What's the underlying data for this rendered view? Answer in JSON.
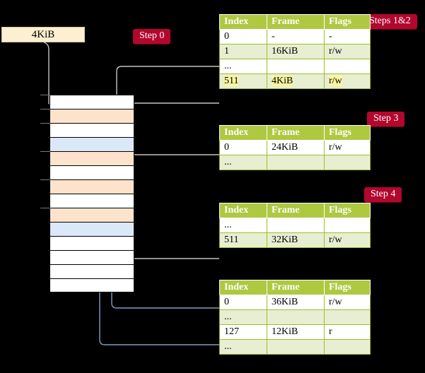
{
  "diagram": {
    "title_hint": "four-level page table walk",
    "size_label": "4KiB",
    "steps": [
      {
        "id": "step0",
        "label": "Step 0"
      },
      {
        "id": "step12",
        "label": "Steps 1&2"
      },
      {
        "id": "step3",
        "label": "Step 3"
      },
      {
        "id": "step4",
        "label": "Step 4"
      }
    ],
    "colors": {
      "badge_bg": "#b3072e",
      "badge_text": "#ffffff",
      "table_header_bg": "#aec840",
      "table_alt_row_bg": "#e8eed2",
      "table_border": "#9fbd2a",
      "highlight": "#fbf6a0",
      "frame_orange": "#fde3cc",
      "frame_blue": "#dbe8f8",
      "size_label_bg": "#fcefd2",
      "wire_gray": "#bbbbbb",
      "wire_blue": "#7d9dc4",
      "background": "#000000"
    },
    "columns": [
      "Index",
      "Frame",
      "Flags"
    ],
    "tables": [
      {
        "name": "level4-table",
        "rows": [
          {
            "index": "0",
            "frame": "-",
            "flags": "-",
            "style": "plain",
            "highlight": false
          },
          {
            "index": "1",
            "frame": "16KiB",
            "flags": "r/w",
            "style": "alt",
            "highlight": false
          },
          {
            "index": "...",
            "frame": "",
            "flags": "",
            "style": "plain",
            "highlight": false
          },
          {
            "index": "511",
            "frame": "4KiB",
            "flags": "r/w",
            "style": "alt",
            "highlight": true
          }
        ]
      },
      {
        "name": "level3-table",
        "rows": [
          {
            "index": "0",
            "frame": "24KiB",
            "flags": "r/w",
            "style": "plain",
            "highlight": false
          },
          {
            "index": "...",
            "frame": "",
            "flags": "",
            "style": "alt",
            "highlight": false
          }
        ]
      },
      {
        "name": "level2-table",
        "rows": [
          {
            "index": "...",
            "frame": "",
            "flags": "",
            "style": "plain",
            "highlight": false
          },
          {
            "index": "511",
            "frame": "32KiB",
            "flags": "r/w",
            "style": "alt",
            "highlight": false
          }
        ]
      },
      {
        "name": "level1-table",
        "rows": [
          {
            "index": "0",
            "frame": "36KiB",
            "flags": "r/w",
            "style": "plain",
            "highlight": false
          },
          {
            "index": "...",
            "frame": "",
            "flags": "",
            "style": "alt",
            "highlight": false
          },
          {
            "index": "127",
            "frame": "12KiB",
            "flags": "r",
            "style": "plain",
            "highlight": false
          },
          {
            "index": "...",
            "frame": "",
            "flags": "",
            "style": "alt",
            "highlight": false
          }
        ]
      }
    ],
    "memory_frames": [
      {
        "i": 0,
        "fill": "white",
        "tick": true
      },
      {
        "i": 1,
        "fill": "orange",
        "tick": true
      },
      {
        "i": 2,
        "fill": "white",
        "tick": true
      },
      {
        "i": 3,
        "fill": "blue",
        "tick": false
      },
      {
        "i": 4,
        "fill": "orange",
        "tick": true
      },
      {
        "i": 5,
        "fill": "white",
        "tick": false
      },
      {
        "i": 6,
        "fill": "orange",
        "tick": true
      },
      {
        "i": 7,
        "fill": "white",
        "tick": false
      },
      {
        "i": 8,
        "fill": "orange",
        "tick": true
      },
      {
        "i": 9,
        "fill": "blue",
        "tick": false
      },
      {
        "i": 10,
        "fill": "white",
        "tick": false
      },
      {
        "i": 11,
        "fill": "white",
        "tick": false
      },
      {
        "i": 12,
        "fill": "white",
        "tick": false
      },
      {
        "i": 13,
        "fill": "white",
        "tick": false
      }
    ]
  }
}
